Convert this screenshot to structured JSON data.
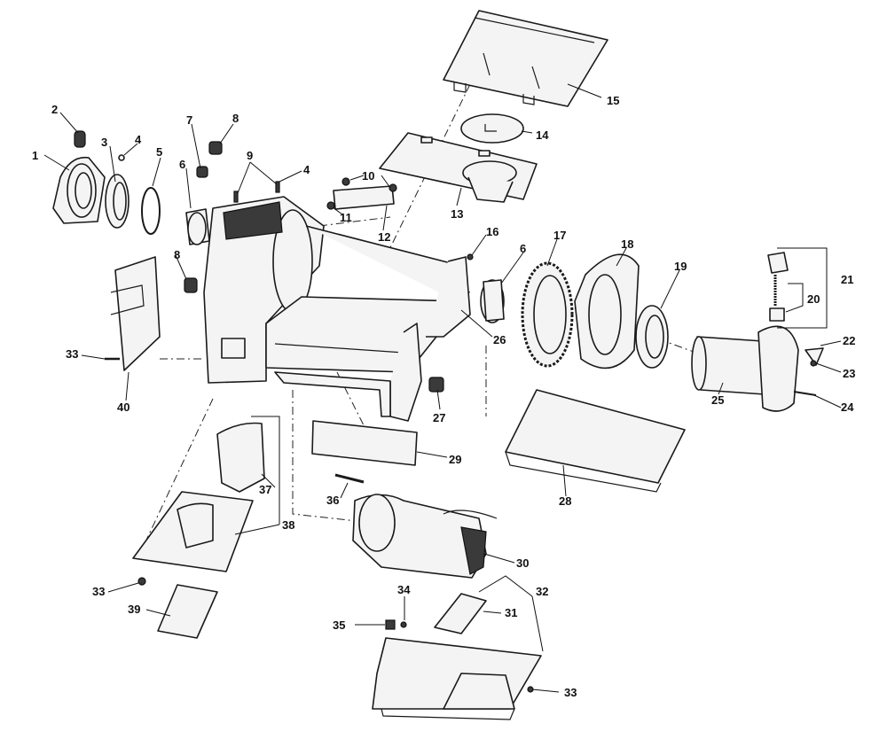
{
  "callouts": [
    {
      "id": "c1",
      "text": "1"
    },
    {
      "id": "c2",
      "text": "2"
    },
    {
      "id": "c3",
      "text": "3"
    },
    {
      "id": "c4a",
      "text": "4"
    },
    {
      "id": "c5",
      "text": "5"
    },
    {
      "id": "c6a",
      "text": "6"
    },
    {
      "id": "c7",
      "text": "7"
    },
    {
      "id": "c8a",
      "text": "8"
    },
    {
      "id": "c9",
      "text": "9"
    },
    {
      "id": "c4b",
      "text": "4"
    },
    {
      "id": "c10",
      "text": "10"
    },
    {
      "id": "c11",
      "text": "11"
    },
    {
      "id": "c12",
      "text": "12"
    },
    {
      "id": "c13",
      "text": "13"
    },
    {
      "id": "c14",
      "text": "14"
    },
    {
      "id": "c15",
      "text": "15"
    },
    {
      "id": "c16",
      "text": "16"
    },
    {
      "id": "c6b",
      "text": "6"
    },
    {
      "id": "c17",
      "text": "17"
    },
    {
      "id": "c18",
      "text": "18"
    },
    {
      "id": "c19",
      "text": "19"
    },
    {
      "id": "c21",
      "text": "21"
    },
    {
      "id": "c20",
      "text": "20"
    },
    {
      "id": "c22",
      "text": "22"
    },
    {
      "id": "c23",
      "text": "23"
    },
    {
      "id": "c24",
      "text": "24"
    },
    {
      "id": "c25",
      "text": "25"
    },
    {
      "id": "c26",
      "text": "26"
    },
    {
      "id": "c27",
      "text": "27"
    },
    {
      "id": "c28",
      "text": "28"
    },
    {
      "id": "c29",
      "text": "29"
    },
    {
      "id": "c8b",
      "text": "8"
    },
    {
      "id": "c33a",
      "text": "33"
    },
    {
      "id": "c40",
      "text": "40"
    },
    {
      "id": "c37",
      "text": "37"
    },
    {
      "id": "c38",
      "text": "38"
    },
    {
      "id": "c36",
      "text": "36"
    },
    {
      "id": "c30",
      "text": "30"
    },
    {
      "id": "c32",
      "text": "32"
    },
    {
      "id": "c31",
      "text": "31"
    },
    {
      "id": "c33b",
      "text": "33"
    },
    {
      "id": "c39",
      "text": "39"
    },
    {
      "id": "c34",
      "text": "34"
    },
    {
      "id": "c35",
      "text": "35"
    },
    {
      "id": "c33c",
      "text": "33"
    }
  ]
}
